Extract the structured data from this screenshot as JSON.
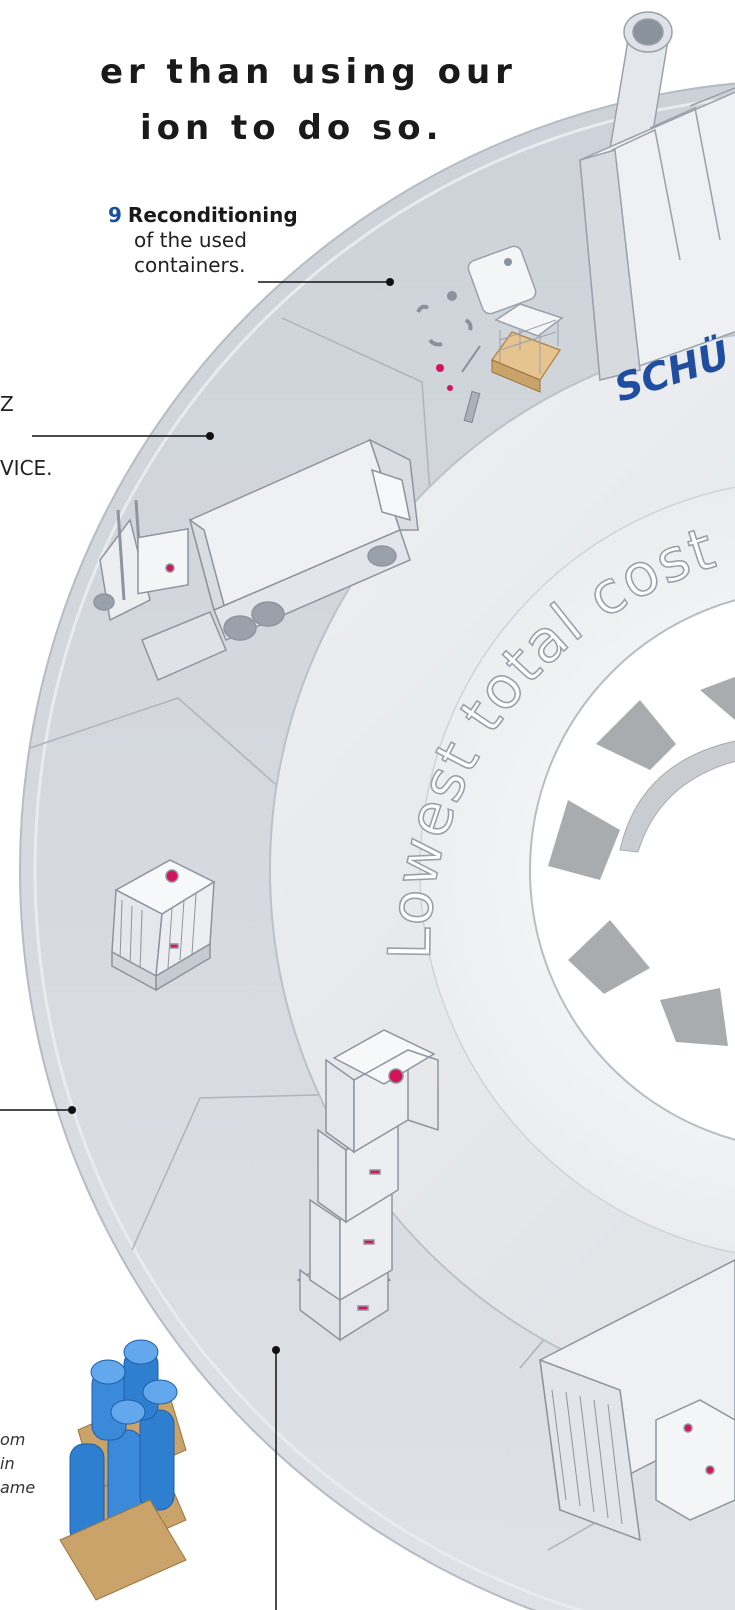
{
  "headline": {
    "line1": "er than using our",
    "line2": "ion to do so."
  },
  "callouts": [
    {
      "number": "9",
      "title": "Reconditioning",
      "line2": "of the used",
      "line3": "containers."
    },
    {
      "fragment_top": "Z",
      "fragment_bottom": "VICE."
    },
    {
      "italic_line1": "om",
      "italic_line2": "in",
      "italic_line3": "ame"
    }
  ],
  "ring_text": "Lowest total cost of",
  "brand_text": "SCHÜ",
  "colors": {
    "ring_outer": "#c9ced6",
    "ring_inner": "#e3e6ea",
    "hub": "#f6f7f8",
    "arrows": "#a9acaf",
    "accent_red": "#d4145a",
    "brand_blue": "#1f4ea1",
    "drum_blue": "#2f7fd1",
    "pallet_wood": "#c9a36a",
    "number_blue": "#1a4fa0"
  }
}
